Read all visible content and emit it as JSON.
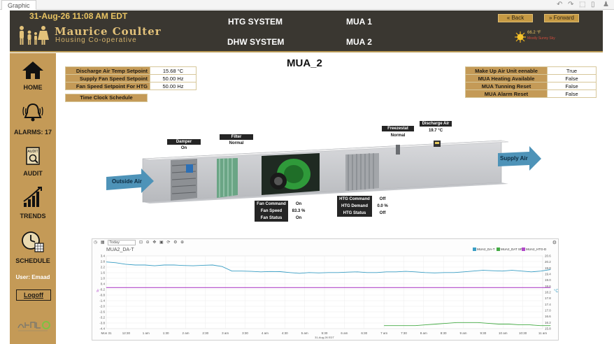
{
  "tab": {
    "label": "Graphic"
  },
  "header": {
    "datetime": "31-Aug-26 11:08 AM EDT",
    "org_name_line1": "Maurice Coulter",
    "org_name_line2": "Housing Co-operative",
    "nav": {
      "htg_system": "HTG SYSTEM",
      "mua1": "MUA 1",
      "dhw_system": "DHW SYSTEM",
      "mua2": "MUA 2"
    },
    "back_label": "« Back",
    "forward_label": "» Forward",
    "weather_temp": "66.2 °F",
    "weather_condition": "Mostly Sunny Sky"
  },
  "sidebar": {
    "items": [
      {
        "label": "HOME",
        "icon": "home-icon"
      },
      {
        "label": "ALARMS: 17",
        "icon": "bell-icon"
      },
      {
        "label": "AUDIT",
        "icon": "audit-icon",
        "badge": "AUDIT"
      },
      {
        "label": "TRENDS",
        "icon": "trends-icon"
      },
      {
        "label": "SCHEDULE",
        "icon": "clock-icon"
      }
    ],
    "user": "User: Emaad",
    "logoff": "Logoff"
  },
  "page_title": "MUA_2",
  "setpoints": [
    {
      "label": "Discharge Air Temp Setpoint",
      "value": "15.68 °C"
    },
    {
      "label": "Supply Fan Speed Setpoint",
      "value": "50.00 Hz"
    },
    {
      "label": "Fan Speed Setpoint For HTG",
      "value": "50.00 Hz"
    }
  ],
  "time_clock_label": "Time Clock Schedule",
  "mua_status": [
    {
      "label": "Make Up Air Unit eenable",
      "value": "True"
    },
    {
      "label": "MUA Heating Available",
      "value": "False"
    },
    {
      "label": "MUA Tunning Reset",
      "value": "False"
    },
    {
      "label": "MUA Alarm Reset",
      "value": "False"
    }
  ],
  "diagram": {
    "damper": {
      "label": "Damper",
      "value": "On"
    },
    "filter": {
      "label": "Filter",
      "value": "Normal"
    },
    "freezestat": {
      "label": "Freezestat",
      "value": "Normal"
    },
    "discharge_air": {
      "label": "Discharge Air",
      "value": "19.7 °C"
    },
    "outside_air": "Outside Air",
    "supply_air": "Supply Air",
    "fan": [
      {
        "label": "Fan Command",
        "value": "On"
      },
      {
        "label": "Fan Speed",
        "value": "83.3 %"
      },
      {
        "label": "Fan Status",
        "value": "On"
      }
    ],
    "htg": [
      {
        "label": "HTG Command",
        "value": "Off"
      },
      {
        "label": "HTG Demand",
        "value": "0.0 %"
      },
      {
        "label": "HTG Status",
        "value": "Off"
      }
    ]
  },
  "chart_toolbar": {
    "range": "Today"
  },
  "chart_data": {
    "type": "line",
    "title": "MUA2_DA-T",
    "x": [
      "Mon 31",
      "12:30",
      "1 am",
      "1:30",
      "2 am",
      "2:30",
      "3 am",
      "3:30",
      "4 am",
      "4:30",
      "5 am",
      "5:30",
      "6 am",
      "6:30",
      "7 am",
      "7:30",
      "8 am",
      "8:30",
      "9 am",
      "9:30",
      "10 am",
      "10:30",
      "11 am"
    ],
    "xlabel": "31-Aug-26 EDT",
    "y_left_ticks": [
      "3.4",
      "2.8",
      "2.2",
      "1.6",
      "1.0",
      "0.4",
      "-0.2",
      "-0.8",
      "-1.4",
      "-2.0",
      "-2.6",
      "-3.2",
      "-3.8",
      "-4.4"
    ],
    "y_right_ticks": [
      "20.6",
      "20.2",
      "19.8",
      "19.4",
      "19.0",
      "18.6",
      "18.2",
      "17.8",
      "17.4",
      "17.0",
      "16.6",
      "16.2",
      "15.8"
    ],
    "left_axis_symbol": "#",
    "right_axis_symbol": "°C",
    "ylim_left": [
      -4.4,
      3.4
    ],
    "ylim_right": [
      15.8,
      20.6
    ],
    "series": [
      {
        "name": "MUA2_DA-T",
        "color": "#3a9ec4",
        "axis": "right",
        "x_start": 0,
        "x_end": 22.4,
        "values": [
          20.2,
          20.15,
          20.05,
          20.0,
          20.0,
          19.95,
          20.0,
          20.0,
          19.97,
          19.95,
          19.98,
          20.0,
          19.9,
          19.6,
          19.6,
          19.58,
          19.55,
          19.57,
          19.56,
          19.5,
          19.45,
          19.5,
          19.48,
          19.5,
          19.5,
          19.53,
          19.55,
          19.5,
          19.5,
          19.55,
          19.55,
          19.58,
          19.55,
          19.5,
          19.48,
          19.5,
          19.5,
          19.55,
          19.6,
          19.65,
          19.62,
          19.6,
          19.65,
          19.6,
          19.55,
          19.6,
          19.7
        ]
      },
      {
        "name": "MUA2_DAT SP",
        "color": "#44aa44",
        "axis": "right",
        "x_start": 14,
        "x_end": 22.4,
        "values": [
          16.0,
          16.0,
          16.0,
          16.0,
          16.05,
          16.1,
          16.15,
          16.2,
          16.2,
          16.2,
          16.15,
          16.1,
          16.1,
          16.05,
          16.05,
          16.0,
          16.0
        ]
      },
      {
        "name": "MUA2_HTG-D",
        "color": "#b148c9",
        "axis": "left",
        "x_start": 0,
        "x_end": 22.4,
        "values": [
          0.0,
          0.0
        ]
      }
    ]
  }
}
